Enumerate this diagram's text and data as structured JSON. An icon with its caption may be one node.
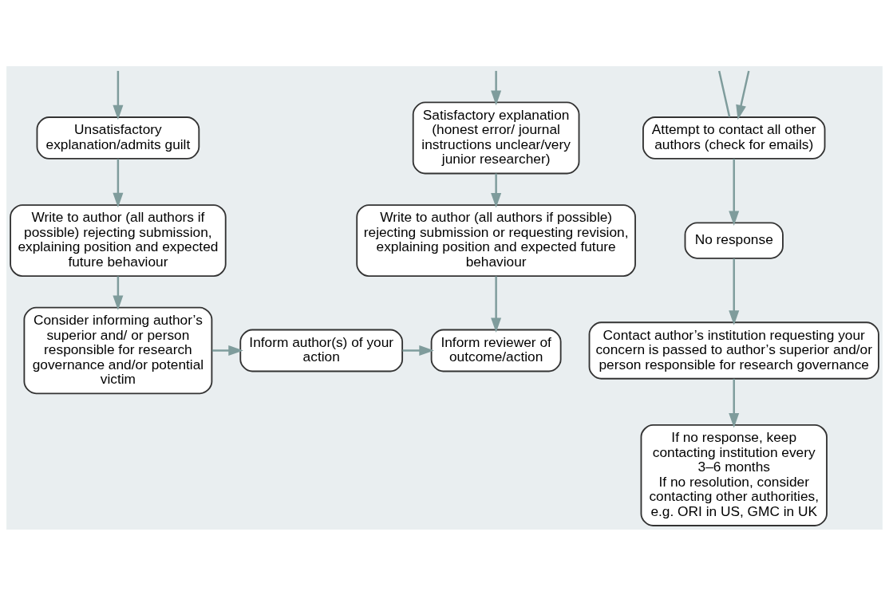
{
  "diagram": {
    "nodes": [
      {
        "text": [
          "Unsatisfactory explanation/admits guilt"
        ]
      },
      {
        "text": [
          "Attempt to contact all other authors (check for emails)"
        ]
      },
      {
        "text": [
          "Satisfactory explanation (honest error/ journal instructions unclear/very junior researcher)"
        ]
      },
      {
        "text": [
          "No response"
        ]
      },
      {
        "text": [
          "Contact author’s institution requesting your concern is passed to author’s superior and/or person responsible for research governance"
        ]
      },
      {
        "text": [
          "Write to author (all authors if possible) rejecting submission, explaining position and expected future behaviour"
        ]
      },
      {
        "text": [
          "Write to author (all authors if possible) rejecting submission or requesting revision, explaining position and expected future behaviour"
        ]
      },
      {
        "text": [
          "If no response, keep contacting institution every 3–6 months",
          "If no resolution, consider contacting other authorities, e.g. ORI in US, GMC in UK"
        ]
      },
      {
        "text": [
          "Consider informing author’s superior and/ or person responsible for research governance and/or potential victim"
        ]
      },
      {
        "text": [
          "Inform author(s) of your action"
        ]
      },
      {
        "text": [
          "Inform reviewer of outcome/action"
        ]
      }
    ],
    "edges": [
      {
        "from": null,
        "to": 0,
        "arrow": "to"
      },
      {
        "from": null,
        "to": 2,
        "arrow": "to"
      },
      {
        "from": null,
        "to": 1,
        "arrow": "none"
      },
      {
        "from": null,
        "to": 1,
        "arrow": "to"
      },
      {
        "from": 1,
        "to": 3,
        "arrow": "to"
      },
      {
        "from": 3,
        "to": 4,
        "arrow": "to"
      },
      {
        "from": 4,
        "to": 7,
        "arrow": "to"
      },
      {
        "from": 0,
        "to": 5,
        "arrow": "to"
      },
      {
        "from": 2,
        "to": 6,
        "arrow": "to"
      },
      {
        "from": 5,
        "to": 8,
        "arrow": "to"
      },
      {
        "from": 8,
        "to": 9,
        "arrow": "to"
      },
      {
        "from": 9,
        "to": 10,
        "arrow": "to"
      },
      {
        "from": 6,
        "to": 10,
        "arrow": "to"
      }
    ]
  }
}
